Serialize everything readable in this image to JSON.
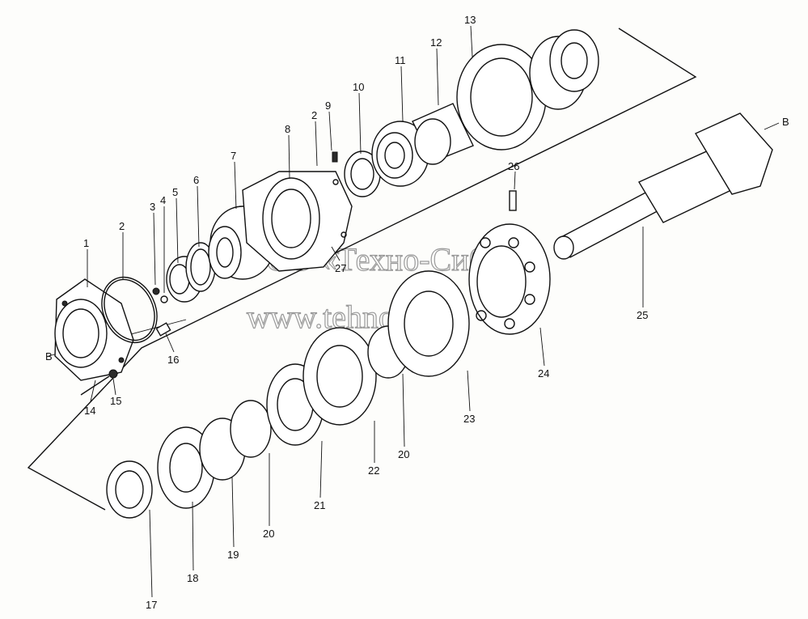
{
  "watermark": {
    "line1": "ООО «Техно-Сиб»",
    "line2": "www.tehnosib.ru"
  },
  "callouts": [
    {
      "id": "1",
      "text": "1"
    },
    {
      "id": "2a",
      "text": "2"
    },
    {
      "id": "2b",
      "text": "2"
    },
    {
      "id": "3",
      "text": "3"
    },
    {
      "id": "4",
      "text": "4"
    },
    {
      "id": "5",
      "text": "5"
    },
    {
      "id": "6",
      "text": "6"
    },
    {
      "id": "7",
      "text": "7"
    },
    {
      "id": "8",
      "text": "8"
    },
    {
      "id": "9",
      "text": "9"
    },
    {
      "id": "10",
      "text": "10"
    },
    {
      "id": "11",
      "text": "11"
    },
    {
      "id": "12",
      "text": "12"
    },
    {
      "id": "13",
      "text": "13"
    },
    {
      "id": "14",
      "text": "14"
    },
    {
      "id": "15",
      "text": "15"
    },
    {
      "id": "16",
      "text": "16"
    },
    {
      "id": "17",
      "text": "17"
    },
    {
      "id": "18",
      "text": "18"
    },
    {
      "id": "19",
      "text": "19"
    },
    {
      "id": "20a",
      "text": "20"
    },
    {
      "id": "20b",
      "text": "20"
    },
    {
      "id": "21",
      "text": "21"
    },
    {
      "id": "22",
      "text": "22"
    },
    {
      "id": "23",
      "text": "23"
    },
    {
      "id": "24",
      "text": "24"
    },
    {
      "id": "25",
      "text": "25"
    },
    {
      "id": "26",
      "text": "26"
    },
    {
      "id": "27",
      "text": "27"
    },
    {
      "id": "Ba",
      "text": "В"
    },
    {
      "id": "Bb",
      "text": "В"
    }
  ]
}
